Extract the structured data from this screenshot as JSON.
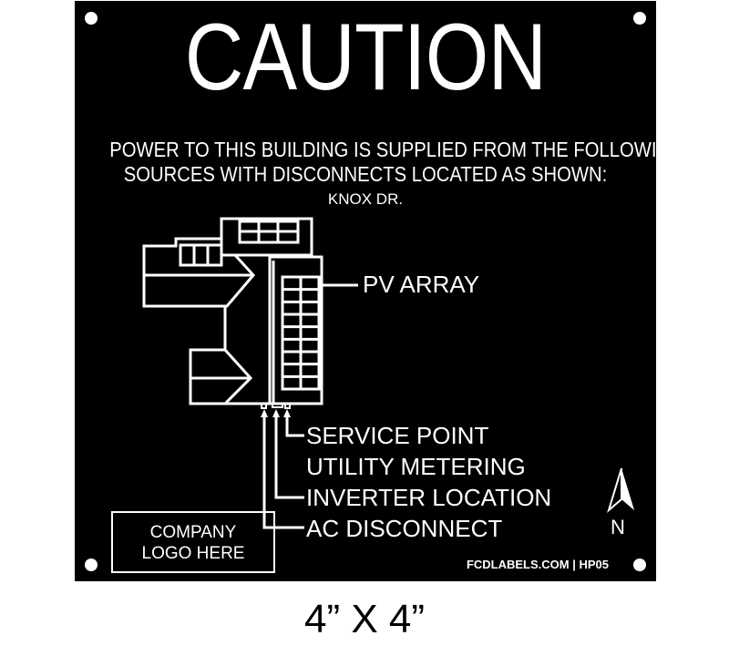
{
  "sign": {
    "title": "CAUTION",
    "line1": "POWER TO THIS BUILDING IS SUPPLIED FROM THE FOLLOWING",
    "line2": "SOURCES WITH DISCONNECTS LOCATED AS SHOWN:",
    "street": "KNOX DR.",
    "labels": {
      "pv_array": "PV ARRAY",
      "service_point": "SERVICE POINT",
      "utility_metering": "UTILITY METERING",
      "inverter_location": "INVERTER LOCATION",
      "ac_disconnect": "AC DISCONNECT"
    },
    "north": "N",
    "logo_line1": "COMPANY",
    "logo_line2": "LOGO HERE",
    "footer": "FCDLABELS.COM | HP05",
    "colors": {
      "background": "#000000",
      "foreground": "#ffffff"
    }
  },
  "size_label": "4” X 4”"
}
